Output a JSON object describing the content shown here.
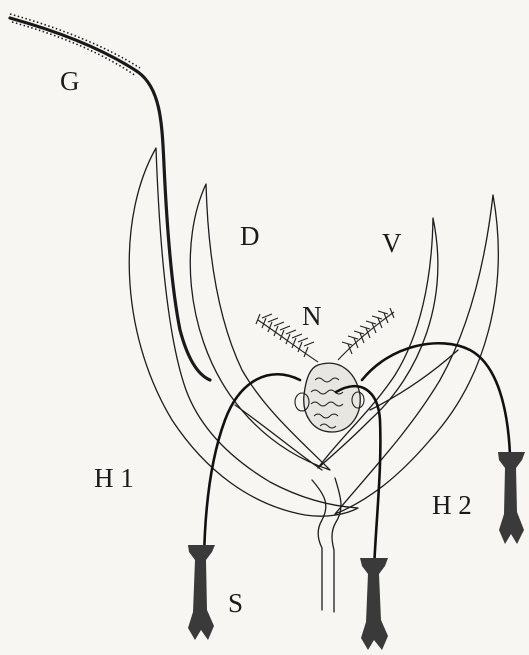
{
  "labels": {
    "g": "G",
    "d": "D",
    "v": "V",
    "n": "N",
    "h1": "H 1",
    "h2": "H 2",
    "s": "S"
  }
}
